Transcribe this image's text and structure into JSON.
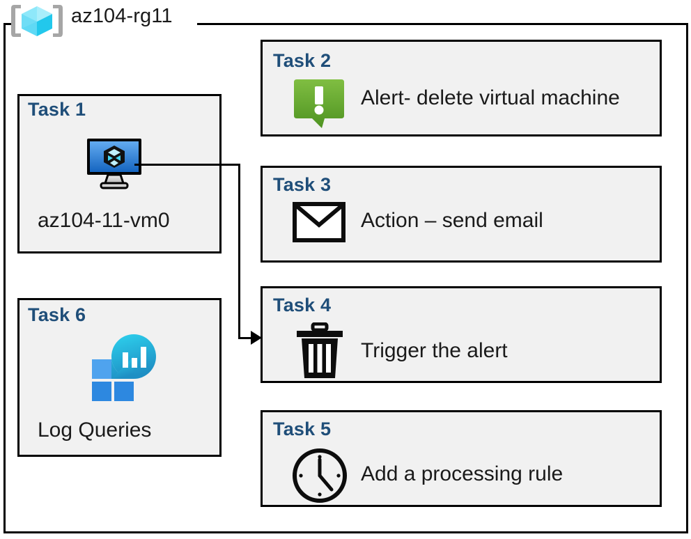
{
  "resource_group": {
    "name": "az104-rg11",
    "icon": "resource-group-cube-icon"
  },
  "colors": {
    "task_title": "#1F4E79",
    "box_fill": "#f1f1f1",
    "box_border": "#000000",
    "alert_green_light": "#7DBB42",
    "alert_green_dark": "#4F9A23",
    "vm_blue_light": "#4F9CE8",
    "vm_blue_dark": "#1565C0",
    "monitor_cyan": "#23C4E8",
    "monitor_blue": "#2A8FE0",
    "rg_cube_cyan": "#3BDDF5"
  },
  "tasks": [
    {
      "id": "task1",
      "title": "Task 1",
      "label": "az104-11-vm0",
      "icon": "virtual-machine-icon",
      "column": "left"
    },
    {
      "id": "task2",
      "title": "Task 2",
      "label": "Alert- delete virtual machine",
      "icon": "alert-exclamation-icon",
      "column": "right"
    },
    {
      "id": "task3",
      "title": "Task 3",
      "label": "Action – send email",
      "icon": "envelope-icon",
      "column": "right"
    },
    {
      "id": "task4",
      "title": "Task 4",
      "label": "Trigger the alert",
      "icon": "trash-delete-icon",
      "column": "right"
    },
    {
      "id": "task5",
      "title": "Task 5",
      "label": "Add a processing rule",
      "icon": "clock-icon",
      "column": "right"
    },
    {
      "id": "task6",
      "title": "Task 6",
      "label": "Log Queries",
      "icon": "log-analytics-icon",
      "column": "left"
    }
  ],
  "connector": {
    "from": "task1",
    "to": "task4",
    "arrow": "arrow-right"
  }
}
